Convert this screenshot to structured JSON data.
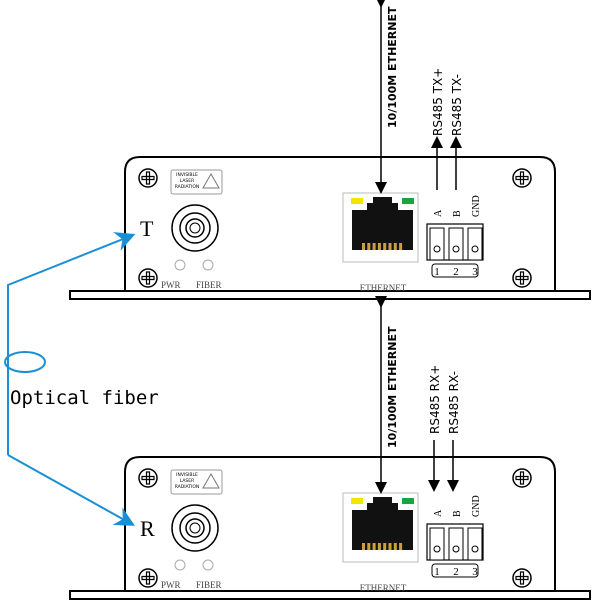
{
  "transmitter": {
    "side_letter": "T",
    "ethernet_arrow_label": "10/100M ETHERNET",
    "rs485_labels": [
      "RS485 TX+",
      "RS485 TX-"
    ],
    "laser_warning": [
      "INVISIBLE",
      "LASER",
      "RADIATION"
    ],
    "led_labels": [
      "PWR",
      "FIBER"
    ],
    "port_label": "ETHERNET",
    "terminal_signals": [
      "A",
      "B",
      "GND"
    ],
    "terminal_numbers": [
      "1",
      "2",
      "3"
    ]
  },
  "receiver": {
    "side_letter": "R",
    "ethernet_arrow_label": "10/100M ETHERNET",
    "rs485_labels": [
      "RS485 RX+",
      "RS485 RX-"
    ],
    "laser_warning": [
      "INVISIBLE",
      "LASER",
      "RADIATION"
    ],
    "led_labels": [
      "PWR",
      "FIBER"
    ],
    "port_label": "ETHERNET",
    "terminal_signals": [
      "A",
      "B",
      "GND"
    ],
    "terminal_numbers": [
      "1",
      "2",
      "3"
    ]
  },
  "fiber": {
    "label": "Optical fiber",
    "color": "#1a8fd6"
  },
  "colors": {
    "led_yellow": "#f5e400",
    "led_green": "#1aa53c"
  }
}
